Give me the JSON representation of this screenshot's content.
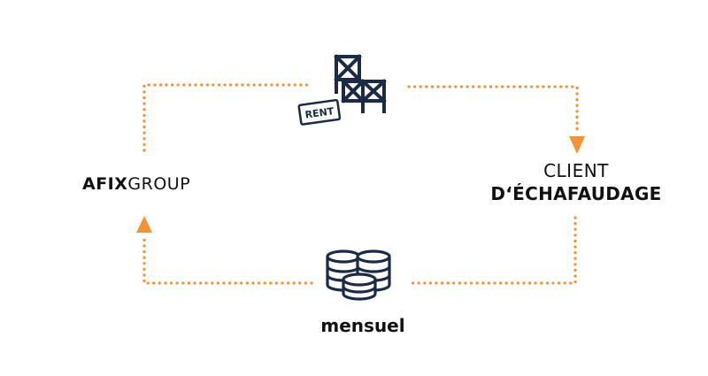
{
  "diagram": {
    "left_node": {
      "bold": "AFIX",
      "regular": "GROUP"
    },
    "right_node": {
      "line1": "CLIENT",
      "line2": "D‘ÉCHAFAUDAGE"
    },
    "bottom_label": "mensuel",
    "rent_tag": "RENT",
    "icons": {
      "top": "scaffolding-icon",
      "bottom": "coins-stack-icon"
    },
    "colors": {
      "arrow": "#F39237",
      "ink": "#1B2A45",
      "text": "#111111"
    }
  }
}
